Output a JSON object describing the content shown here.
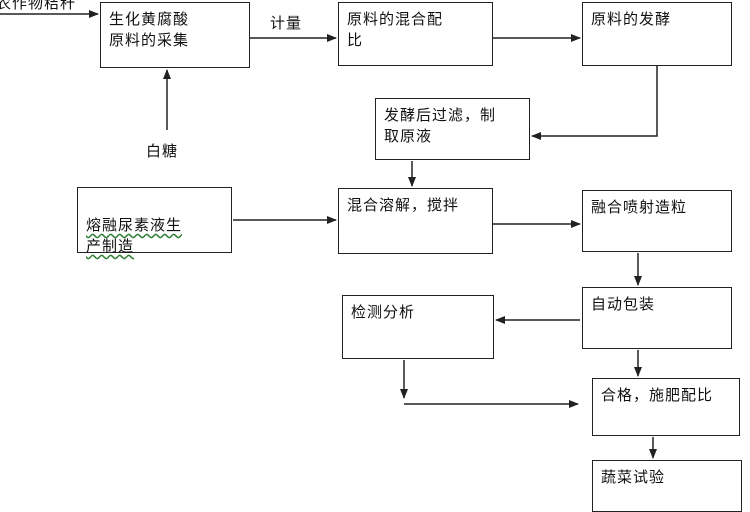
{
  "nodes": {
    "collect": "生化黄腐酸\n原料的采集",
    "mix": "原料的混合配\n比",
    "ferment": "原料的发酵",
    "filter": "发酵后过滤，制\n取原液",
    "urea": "熔融尿素液生\n产制造",
    "dissolve": "混合溶解，搅拌",
    "granulate": "融合喷射造粒",
    "package": "自动包装",
    "inspect": "检测分析",
    "qualified": "合格，施肥配比",
    "trial": "蔬菜试验"
  },
  "labels": {
    "straw": "农作物秸秆",
    "sugar": "白糖",
    "measure": "计量"
  },
  "colors": {
    "line": "#222222",
    "border": "#222222",
    "underline": "#2e7d32"
  }
}
